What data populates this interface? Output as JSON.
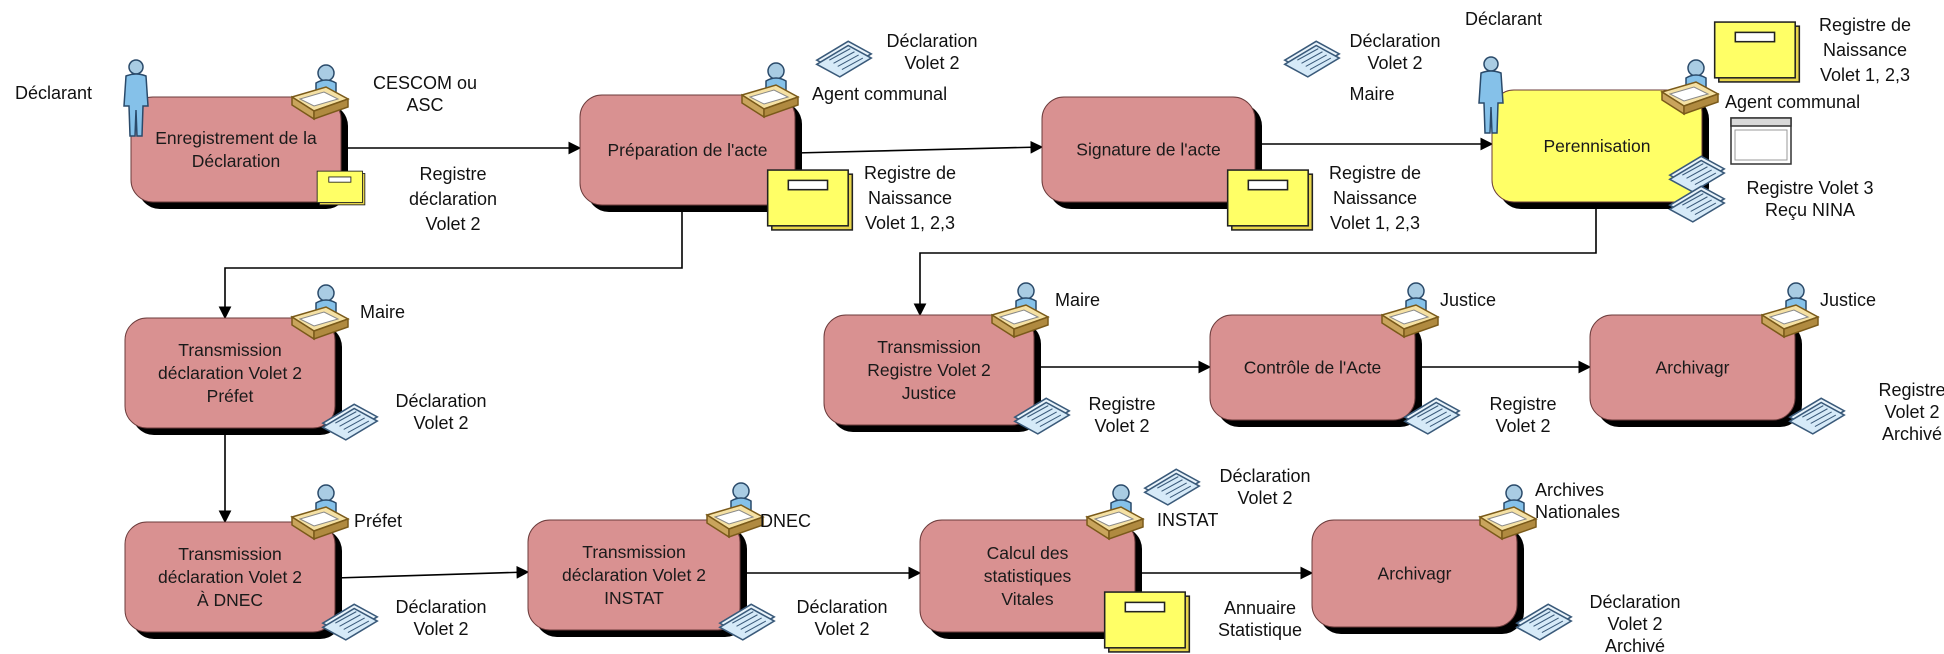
{
  "processes": {
    "p1": {
      "lines": [
        "Enregistrement de la",
        "Déclaration"
      ]
    },
    "p2": {
      "lines": [
        "Préparation de l'acte"
      ]
    },
    "p3": {
      "lines": [
        "Signature de l'acte"
      ]
    },
    "p4": {
      "lines": [
        "Perennisation"
      ]
    },
    "p5": {
      "lines": [
        "Transmission",
        "déclaration Volet 2",
        "Préfet"
      ]
    },
    "p6": {
      "lines": [
        "Transmission",
        "Registre Volet 2",
        "Justice"
      ]
    },
    "p7": {
      "lines": [
        "Contrôle de l'Acte"
      ]
    },
    "p8": {
      "lines": [
        "Archivagr"
      ]
    },
    "p9": {
      "lines": [
        "Transmission",
        "déclaration Volet 2",
        "À DNEC"
      ]
    },
    "p10": {
      "lines": [
        "Transmission",
        "déclaration Volet 2",
        "INSTAT"
      ]
    },
    "p11": {
      "lines": [
        "Calcul des",
        "statistiques",
        "Vitales"
      ]
    },
    "p12": {
      "lines": [
        "Archivagr"
      ]
    }
  },
  "labels": {
    "declarant_1": {
      "lines": [
        "Déclarant"
      ]
    },
    "cescom": {
      "lines": [
        "CESCOM ou",
        "ASC"
      ]
    },
    "registre_declaration": {
      "lines": [
        "Registre",
        "déclaration",
        "Volet 2"
      ]
    },
    "decl_volet2_1": {
      "lines": [
        "Déclaration",
        "Volet 2"
      ]
    },
    "agent_communal_1": {
      "lines": [
        "Agent communal"
      ]
    },
    "registre_naissance_1": {
      "lines": [
        "Registre de",
        "Naissance",
        "Volet 1, 2,3"
      ]
    },
    "decl_volet2_2": {
      "lines": [
        "Déclaration",
        "Volet 2"
      ]
    },
    "maire_1": {
      "lines": [
        "Maire"
      ]
    },
    "registre_naissance_2": {
      "lines": [
        "Registre de",
        "Naissance",
        "Volet 1, 2,3"
      ]
    },
    "declarant_2": {
      "lines": [
        "Déclarant"
      ]
    },
    "registre_naissance_3": {
      "lines": [
        "Registre de",
        "Naissance",
        "Volet 1, 2,3"
      ]
    },
    "agent_communal_2": {
      "lines": [
        "Agent communal"
      ]
    },
    "registre_volet3": {
      "lines": [
        "Registre Volet 3",
        "Reçu NINA"
      ]
    },
    "maire_2": {
      "lines": [
        "Maire"
      ]
    },
    "decl_volet2_3": {
      "lines": [
        "Déclaration",
        "Volet 2"
      ]
    },
    "maire_3": {
      "lines": [
        "Maire"
      ]
    },
    "registre_volet2_1": {
      "lines": [
        "Registre",
        "Volet 2"
      ]
    },
    "justice_1": {
      "lines": [
        "Justice"
      ]
    },
    "registre_volet2_2": {
      "lines": [
        "Registre",
        "Volet 2"
      ]
    },
    "justice_2": {
      "lines": [
        "Justice"
      ]
    },
    "registre_archive": {
      "lines": [
        "Registre",
        "Volet 2",
        "Archivé"
      ]
    },
    "prefet": {
      "lines": [
        "Préfet"
      ]
    },
    "decl_volet2_4": {
      "lines": [
        "Déclaration",
        "Volet 2"
      ]
    },
    "dnec": {
      "lines": [
        "DNEC"
      ]
    },
    "decl_volet2_5": {
      "lines": [
        "Déclaration",
        "Volet 2"
      ]
    },
    "decl_volet2_6": {
      "lines": [
        "Déclaration",
        "Volet 2"
      ]
    },
    "instat": {
      "lines": [
        "INSTAT"
      ]
    },
    "annuaire": {
      "lines": [
        "Annuaire",
        "Statistique"
      ]
    },
    "archives_nat": {
      "lines": [
        "Archives",
        "Nationales"
      ]
    },
    "decl_archive": {
      "lines": [
        "Déclaration",
        "Volet 2",
        "Archivé"
      ]
    }
  },
  "colors": {
    "process_fill": "#d99191",
    "highlight_fill": "#ffff66",
    "shadow": "#000000",
    "folder_fill": "#ffff66",
    "doc_fill": "#d6eaf8",
    "person_fill": "#a9cce3"
  },
  "icons": {
    "person": "person-icon",
    "desk_worker": "desk-worker-icon",
    "document": "document-icon",
    "folder": "register-folder-icon",
    "window": "application-window-icon"
  }
}
